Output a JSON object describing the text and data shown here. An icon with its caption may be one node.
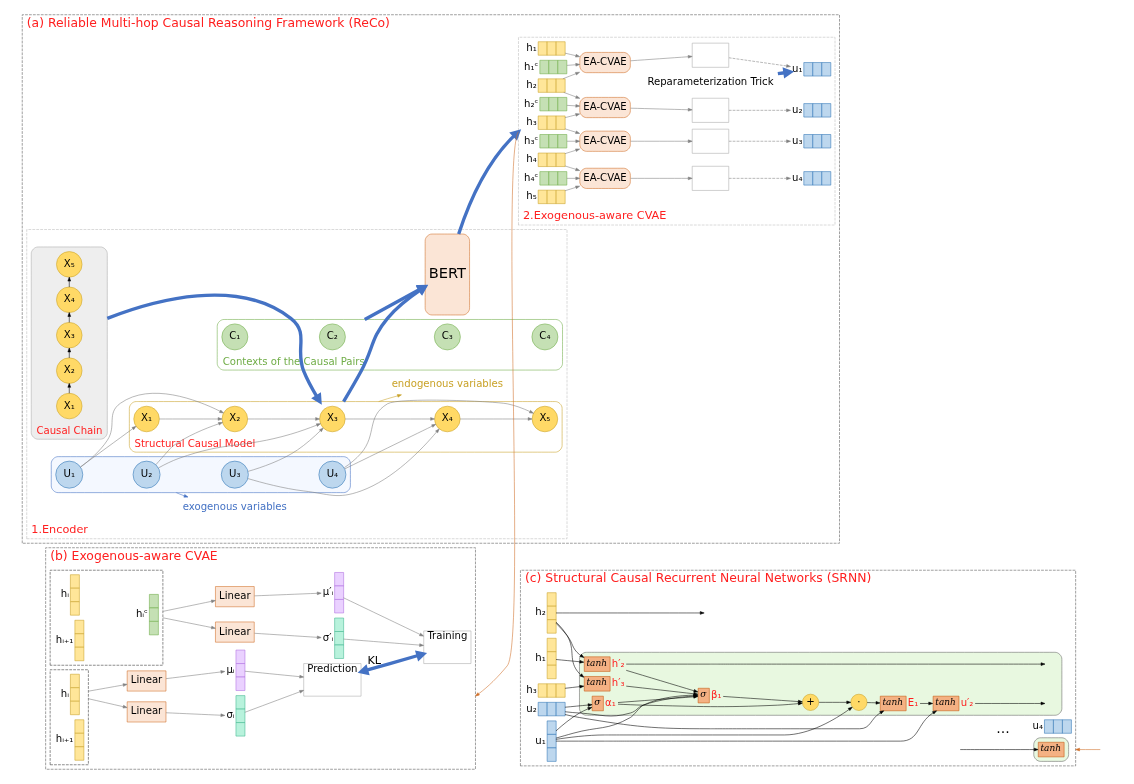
{
  "diagram": {
    "nodes": [
      {
        "text": [
          "(a) Reliable Multi-hop Causal Reasoning Framework (ReCo)"
        ]
      },
      {
        "text": [
          "1.Encoder"
        ],
        "in": 0
      },
      {
        "text": [
          "Causal Chain"
        ],
        "in": 1
      },
      {
        "text": [
          "X₁"
        ],
        "in": 2
      },
      {
        "text": [
          "X₂"
        ],
        "in": 2
      },
      {
        "text": [
          "X₃"
        ],
        "in": 2
      },
      {
        "text": [
          "X₄"
        ],
        "in": 2
      },
      {
        "text": [
          "X₅"
        ],
        "in": 2
      },
      {
        "text": [],
        "shape": "box",
        "in": 1
      },
      {
        "text": [
          "U₁"
        ],
        "in": 8
      },
      {
        "text": [
          "U₂"
        ],
        "in": 8
      },
      {
        "text": [
          "U₃"
        ],
        "in": 8
      },
      {
        "text": [
          "U₄"
        ],
        "in": 8
      },
      {
        "text": [
          "Structural Causal Model"
        ],
        "in": 1
      },
      {
        "text": [
          "X₁"
        ],
        "in": 13
      },
      {
        "text": [
          "X₂"
        ],
        "in": 13
      },
      {
        "text": [
          "X₃"
        ],
        "in": 13
      },
      {
        "text": [
          "X₄"
        ],
        "in": 13
      },
      {
        "text": [
          "X₅"
        ],
        "in": 13
      },
      {
        "text": [
          "exogenous variables"
        ],
        "in": 1
      },
      {
        "text": [
          "endogenous variables"
        ],
        "in": 1
      },
      {
        "text": [
          "Contexts of the Causal Pairs"
        ],
        "in": 1
      },
      {
        "text": [
          "C₁"
        ],
        "in": 21
      },
      {
        "text": [
          "C₂"
        ],
        "in": 21
      },
      {
        "text": [
          "C₃"
        ],
        "in": 21
      },
      {
        "text": [
          "C₄"
        ],
        "in": 21
      },
      {
        "text": [
          "BERT"
        ],
        "in": 1
      },
      {
        "text": [
          "2.Exogenous-aware CVAE"
        ],
        "in": 0
      },
      {
        "text": [
          "Reparameterization Trick"
        ],
        "in": 27
      },
      {
        "text": [],
        "shape": "bar",
        "beside": [
          "h₁"
        ],
        "in": 27
      },
      {
        "text": [],
        "shape": "bar",
        "beside": [
          "h₁ᶜ"
        ],
        "in": 27
      },
      {
        "text": [],
        "shape": "bar",
        "beside": [
          "h₂"
        ],
        "in": 27
      },
      {
        "text": [],
        "shape": "bar",
        "beside": [
          "h₂ᶜ"
        ],
        "in": 27
      },
      {
        "text": [],
        "shape": "bar",
        "beside": [
          "h₃"
        ],
        "in": 27
      },
      {
        "text": [],
        "shape": "bar",
        "beside": [
          "h₃ᶜ"
        ],
        "in": 27
      },
      {
        "text": [],
        "shape": "bar",
        "beside": [
          "h₄"
        ],
        "in": 27
      },
      {
        "text": [],
        "shape": "bar",
        "beside": [
          "h₄ᶜ"
        ],
        "in": 27
      },
      {
        "text": [],
        "shape": "bar",
        "beside": [
          "h₅"
        ],
        "in": 27
      },
      {
        "text": [
          "EA-CVAE"
        ],
        "in": 27
      },
      {
        "text": [
          "EA-CVAE"
        ],
        "in": 27
      },
      {
        "text": [
          "EA-CVAE"
        ],
        "in": 27
      },
      {
        "text": [
          "EA-CVAE"
        ],
        "in": 27
      },
      {
        "text": [],
        "shape": "box",
        "in": 27
      },
      {
        "text": [],
        "shape": "box",
        "in": 27
      },
      {
        "text": [],
        "shape": "box",
        "in": 27
      },
      {
        "text": [],
        "shape": "box",
        "in": 27
      },
      {
        "text": [],
        "shape": "bar",
        "beside": [
          "u₁"
        ],
        "in": 27
      },
      {
        "text": [],
        "shape": "bar",
        "beside": [
          "u₂"
        ],
        "in": 27
      },
      {
        "text": [],
        "shape": "bar",
        "beside": [
          "u₃"
        ],
        "in": 27
      },
      {
        "text": [],
        "shape": "bar",
        "beside": [
          "u₄"
        ],
        "in": 27
      },
      {
        "text": [
          "(b) Exogenous-aware CVAE"
        ]
      },
      {
        "text": [
          "Prediction"
        ],
        "in": 50
      },
      {
        "text": [
          "Training"
        ],
        "in": 50
      },
      {
        "text": [],
        "shape": "bar",
        "beside": [
          "μᵢ"
        ],
        "in": 50
      },
      {
        "text": [],
        "shape": "bar",
        "beside": [
          "σᵢ"
        ],
        "in": 50
      },
      {
        "text": [],
        "shape": "bar",
        "beside": [
          "μ′ᵢ"
        ],
        "in": 50
      },
      {
        "text": [],
        "shape": "bar",
        "beside": [
          "σ′ᵢ"
        ],
        "in": 50
      },
      {
        "text": [
          "Linear"
        ],
        "in": 50
      },
      {
        "text": [
          "Linear"
        ],
        "in": 50
      },
      {
        "text": [
          "Linear"
        ],
        "in": 50
      },
      {
        "text": [
          "Linear"
        ],
        "in": 50
      },
      {
        "text": [],
        "shape": "box",
        "in": 50
      },
      {
        "text": [],
        "shape": "bar",
        "beside": [
          "hᵢ"
        ],
        "in": 61
      },
      {
        "text": [],
        "shape": "bar",
        "beside": [
          "hᵢ₊₁"
        ],
        "in": 61
      },
      {
        "text": [],
        "shape": "box",
        "in": 50
      },
      {
        "text": [],
        "shape": "bar",
        "beside": [
          "hᵢ"
        ],
        "in": 64
      },
      {
        "text": [],
        "shape": "bar",
        "beside": [
          "hᵢᶜ"
        ],
        "in": 64
      },
      {
        "text": [],
        "shape": "bar",
        "beside": [
          "hᵢ₊₁"
        ],
        "in": 64
      },
      {
        "text": [
          "(c) Structural Causal Recurrent Neural Networks (SRNN)"
        ]
      },
      {
        "text": [],
        "shape": "bar",
        "beside": [
          "h₁"
        ],
        "in": 68
      },
      {
        "text": [],
        "shape": "bar",
        "beside": [
          "h₂"
        ],
        "in": 68
      },
      {
        "text": [],
        "shape": "bar",
        "beside": [
          "u₁"
        ],
        "in": 68
      },
      {
        "text": [],
        "shape": "box",
        "in": 68
      },
      {
        "text": [
          "tanh"
        ],
        "beside": [
          "h′₂"
        ],
        "in": 72
      },
      {
        "text": [
          "tanh"
        ],
        "beside": [
          "E₁"
        ],
        "in": 72
      },
      {
        "text": [
          "tanh"
        ],
        "beside": [
          "h′₃"
        ],
        "in": 72
      },
      {
        "text": [
          "σ"
        ],
        "beside": [
          "β₁"
        ],
        "in": 72
      },
      {
        "text": [
          "+"
        ],
        "in": 72
      },
      {
        "text": [
          "·"
        ],
        "in": 72
      },
      {
        "text": [
          "σ"
        ],
        "beside": [
          "α₁"
        ],
        "in": 72
      },
      {
        "text": [
          "tanh"
        ],
        "beside": [
          "u′₂"
        ],
        "in": 72
      },
      {
        "text": [],
        "shape": "bar",
        "beside": [
          "u₂"
        ],
        "in": 68
      },
      {
        "text": [],
        "shape": "bar",
        "beside": [
          "h₃"
        ],
        "in": 68
      },
      {
        "text": [],
        "shape": "box",
        "in": 68
      },
      {
        "text": [
          "tanh"
        ],
        "in": 83
      },
      {
        "text": [],
        "shape": "bar",
        "beside": [
          "u₄"
        ],
        "in": 68
      }
    ],
    "edges": [
      {
        "from": 3,
        "to": 4,
        "arrow": "to",
        "color": "#000000"
      },
      {
        "from": 4,
        "to": 5,
        "arrow": "to",
        "color": "#000000"
      },
      {
        "from": 5,
        "to": 6,
        "arrow": "to",
        "color": "#000000"
      },
      {
        "from": 6,
        "to": 7,
        "arrow": "to",
        "color": "#000000"
      },
      {
        "from": 9,
        "to": 14,
        "arrow": "to"
      },
      {
        "from": 9,
        "to": 15,
        "arrow": "to"
      },
      {
        "from": 10,
        "to": 15,
        "arrow": "to"
      },
      {
        "from": 10,
        "to": 16,
        "arrow": "to"
      },
      {
        "from": 11,
        "to": 16,
        "arrow": "to"
      },
      {
        "from": 11,
        "to": 17,
        "arrow": "to"
      },
      {
        "from": 12,
        "to": 17,
        "arrow": "to"
      },
      {
        "from": 12,
        "to": 18,
        "arrow": "to"
      },
      {
        "from": 14,
        "to": 15,
        "arrow": "to"
      },
      {
        "from": 15,
        "to": 16,
        "arrow": "to"
      },
      {
        "from": 16,
        "to": 17,
        "arrow": "to"
      },
      {
        "from": 17,
        "to": 18,
        "arrow": "to"
      },
      {
        "from": 8,
        "to": 19,
        "arrow": "to",
        "color": "#4472c4"
      },
      {
        "from": 13,
        "to": 20,
        "arrow": "to",
        "color": "#c9a227"
      },
      {
        "from": 2,
        "to": 13,
        "arrow": "to",
        "style": "thick",
        "color": "#4472c4"
      },
      {
        "from": 13,
        "to": 26,
        "arrow": "to",
        "style": "thick",
        "color": "#4472c4"
      },
      {
        "from": 21,
        "to": 26,
        "arrow": "to",
        "style": "thick",
        "color": "#4472c4"
      },
      {
        "from": 26,
        "to": 27,
        "arrow": "to",
        "style": "thick",
        "color": "#4472c4"
      },
      {
        "from": 28,
        "to": 46,
        "arrow": "to",
        "style": "thick",
        "color": "#4472c4"
      },
      {
        "from": 29,
        "to": 38,
        "arrow": "to"
      },
      {
        "from": 30,
        "to": 38,
        "arrow": "to"
      },
      {
        "from": 31,
        "to": 38,
        "arrow": "to"
      },
      {
        "from": 31,
        "to": 39,
        "arrow": "to"
      },
      {
        "from": 32,
        "to": 39,
        "arrow": "to"
      },
      {
        "from": 33,
        "to": 39,
        "arrow": "to"
      },
      {
        "from": 33,
        "to": 40,
        "arrow": "to"
      },
      {
        "from": 34,
        "to": 40,
        "arrow": "to"
      },
      {
        "from": 35,
        "to": 40,
        "arrow": "to"
      },
      {
        "from": 35,
        "to": 41,
        "arrow": "to"
      },
      {
        "from": 36,
        "to": 41,
        "arrow": "to"
      },
      {
        "from": 37,
        "to": 41,
        "arrow": "to"
      },
      {
        "from": 38,
        "to": 42,
        "arrow": "to"
      },
      {
        "from": 39,
        "to": 43,
        "arrow": "to"
      },
      {
        "from": 40,
        "to": 44,
        "arrow": "to"
      },
      {
        "from": 41,
        "to": 45,
        "arrow": "to"
      },
      {
        "from": 42,
        "to": 46,
        "arrow": "to",
        "style": "dashed"
      },
      {
        "from": 43,
        "to": 47,
        "arrow": "to",
        "style": "dashed"
      },
      {
        "from": 44,
        "to": 48,
        "arrow": "to",
        "style": "dashed"
      },
      {
        "from": 45,
        "to": 49,
        "arrow": "to",
        "style": "dashed"
      },
      {
        "from": 27,
        "to": 50,
        "arrow": "to",
        "color": "#d0702a"
      },
      {
        "from": null,
        "to": 68,
        "arrow": "to",
        "color": "#d0702a"
      },
      {
        "from": 51,
        "to": 52,
        "label": "KL",
        "arrow": "both",
        "style": "thick",
        "color": "#4472c4"
      },
      {
        "from": 57,
        "to": 53,
        "arrow": "to"
      },
      {
        "from": 58,
        "to": 54,
        "arrow": "to"
      },
      {
        "from": 59,
        "to": 55,
        "arrow": "to"
      },
      {
        "from": 60,
        "to": 56,
        "arrow": "to"
      },
      {
        "from": 53,
        "to": 51,
        "arrow": "to"
      },
      {
        "from": 54,
        "to": 51,
        "arrow": "to"
      },
      {
        "from": 55,
        "to": 52,
        "arrow": "to"
      },
      {
        "from": 56,
        "to": 52,
        "arrow": "to"
      },
      {
        "from": 61,
        "to": 57,
        "arrow": "to"
      },
      {
        "from": 61,
        "to": 58,
        "arrow": "to"
      },
      {
        "from": 64,
        "to": 59,
        "arrow": "to"
      },
      {
        "from": 64,
        "to": 60,
        "arrow": "to"
      },
      {
        "from": 69,
        "to": 73,
        "arrow": "to",
        "color": "#000000"
      },
      {
        "from": 73,
        "to": null,
        "arrow": "to",
        "color": "#000000"
      },
      {
        "from": 73,
        "to": 76,
        "arrow": "to",
        "color": "#000000"
      },
      {
        "from": 70,
        "to": 73,
        "arrow": "to",
        "color": "#000000"
      },
      {
        "from": 70,
        "to": 75,
        "arrow": "to",
        "color": "#000000"
      },
      {
        "from": 70,
        "to": null,
        "arrow": "to",
        "color": "#000000"
      },
      {
        "from": 75,
        "to": 76,
        "arrow": "to",
        "color": "#000000"
      },
      {
        "from": 81,
        "to": 74,
        "arrow": "to",
        "color": "#000000"
      },
      {
        "from": 81,
        "to": 76,
        "arrow": "to",
        "color": "#000000"
      },
      {
        "from": 81,
        "to": 79,
        "arrow": "to",
        "color": "#000000"
      },
      {
        "from": 82,
        "to": 75,
        "arrow": "to",
        "color": "#000000"
      },
      {
        "from": 71,
        "to": 79,
        "arrow": "to",
        "color": "#000000"
      },
      {
        "from": 71,
        "to": 76,
        "arrow": "to",
        "color": "#000000"
      },
      {
        "from": 71,
        "to": 78,
        "arrow": "to",
        "color": "#000000"
      },
      {
        "from": 71,
        "to": 80,
        "arrow": "to",
        "color": "#000000"
      },
      {
        "from": 79,
        "to": 76,
        "arrow": "to",
        "color": "#000000"
      },
      {
        "from": 79,
        "to": 77,
        "arrow": "to",
        "color": "#000000"
      },
      {
        "from": 76,
        "to": 77,
        "arrow": "to",
        "color": "#000000"
      },
      {
        "from": 77,
        "to": 78,
        "arrow": "to",
        "color": "#000000"
      },
      {
        "from": 78,
        "to": 74,
        "arrow": "to",
        "color": "#000000"
      },
      {
        "from": 74,
        "to": 80,
        "arrow": "to",
        "color": "#000000"
      },
      {
        "from": 80,
        "to": null,
        "arrow": "to",
        "color": "#000000"
      },
      {
        "from": null,
        "to": 84,
        "arrow": "to",
        "color": "#000000"
      }
    ],
    "labels": [
      "…"
    ]
  }
}
